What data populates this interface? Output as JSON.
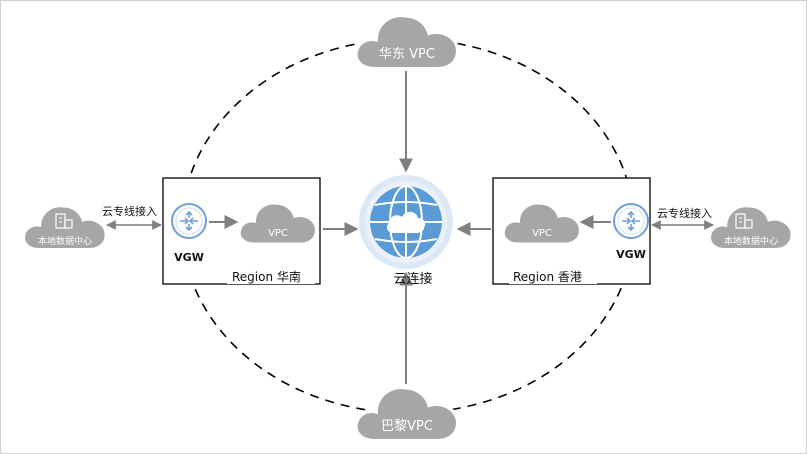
{
  "colors": {
    "cloud_fill": "#a6a6a6",
    "cloud_stroke": "#ffffff",
    "arrow": "#7f7f7f",
    "ring": "#000000",
    "hub_fill": "#5b9bd5",
    "hub_glow": "#dce8f6",
    "router_stroke": "#6fa0d8"
  },
  "clouds": {
    "top_vpc": "华东 VPC",
    "bottom_vpc": "巴黎VPC",
    "left_inner_vpc": "VPC",
    "right_inner_vpc": "VPC",
    "left_datacenter": "本地数据中心",
    "right_datacenter": "本地数据中心"
  },
  "hub": {
    "label": "云连接",
    "icon": "globe-cloud-icon"
  },
  "regions": {
    "left": {
      "label": "Region 华南",
      "gateway": "VGW",
      "gateway_icon": "router-icon"
    },
    "right": {
      "label": "Region 香港",
      "gateway": "VGW",
      "gateway_icon": "router-icon"
    }
  },
  "links": {
    "left_direct_connect": "云专线接入",
    "right_direct_connect": "云专线接入"
  }
}
